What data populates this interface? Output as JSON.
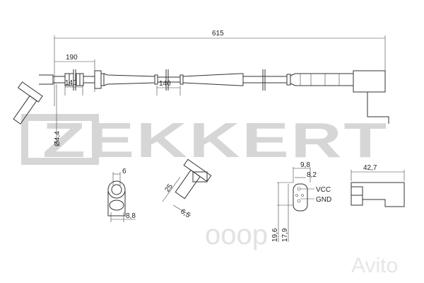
{
  "logo": {
    "text": "ZEKKERT"
  },
  "watermarks": {
    "shop": "ооор",
    "site": "Avito"
  },
  "dimensions": {
    "total_length": "615",
    "first_segment": "190",
    "clip_spacing_1": "140",
    "clip_spacing_2": "140",
    "cable_diameter": "Ø4,4",
    "head_width": "6",
    "head_depth": "8,8",
    "sensor_length": "25",
    "sensor_tip": "6,5",
    "connector_outer_width": "9,8",
    "connector_inner_width": "8,2",
    "connector_outer_height": "19,6",
    "connector_inner_height": "17,9",
    "connector_length": "42,7"
  },
  "pins": {
    "vcc": "VCC",
    "gnd": "GND"
  }
}
